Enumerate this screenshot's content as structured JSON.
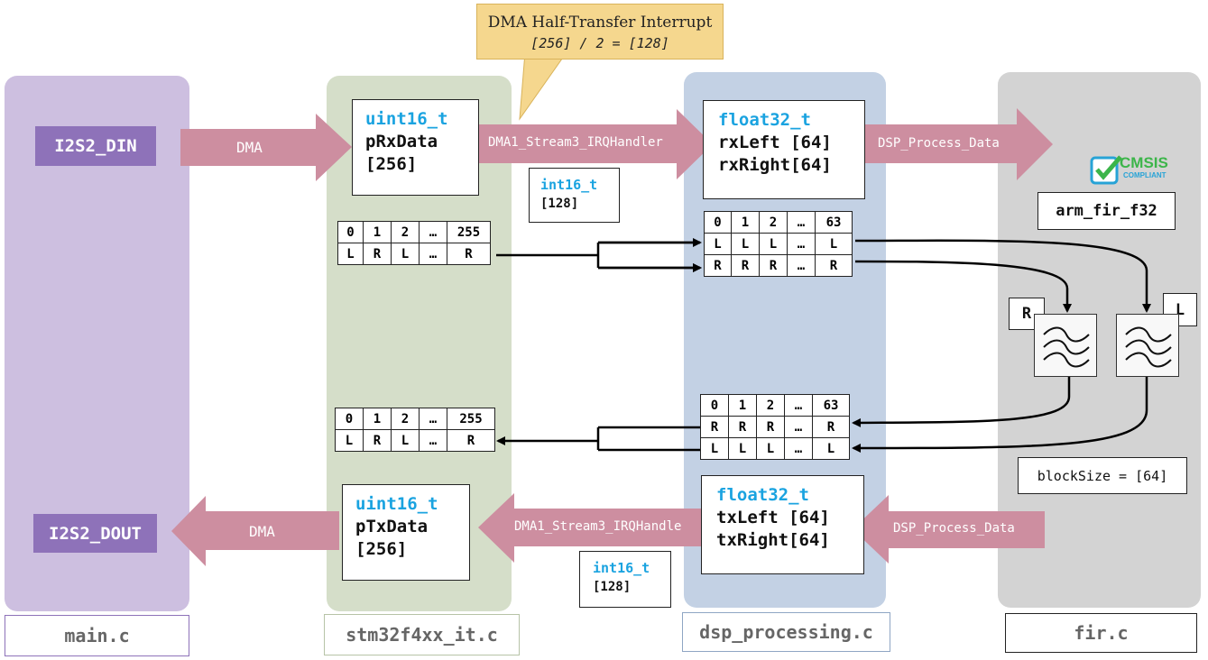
{
  "lanes": [
    {
      "file": "main.c",
      "color": "#cdbfe0",
      "border": "#8e72b9"
    },
    {
      "file": "stm32f4xx_it.c",
      "color": "#d5dec9",
      "border": "#b7c3a7"
    },
    {
      "file": "dsp_processing.c",
      "color": "#c3d1e4",
      "border": "#8fa6c4"
    },
    {
      "file": "fir.c",
      "color": "#d3d3d3",
      "border": "#222222"
    }
  ],
  "pins": {
    "din": "I2S2_DIN",
    "dout": "I2S2_DOUT"
  },
  "callout": {
    "title": "DMA Half-Transfer Interrupt",
    "formula": "[256] / 2 = [128]",
    "color": "#f5d78e"
  },
  "arrows": {
    "dma_in": "DMA",
    "irq_in": "DMA1_Stream3_IRQHandler",
    "dsp_in": "DSP_Process_Data",
    "dma_out": "DMA",
    "irq_out": "DMA1_Stream3_IRQHandle",
    "dsp_out": "DSP_Process_Data",
    "color": "#cd8ea0"
  },
  "buffers": {
    "rx": {
      "type": "uint16_t",
      "name": "pRxData",
      "size": "[256]"
    },
    "tx": {
      "type": "uint16_t",
      "name": "pTxData",
      "size": "[256]"
    },
    "dsp_rx": {
      "type": "float32_t",
      "line1": "rxLeft [64]",
      "line2": "rxRight[64]"
    },
    "dsp_tx": {
      "type": "float32_t",
      "line1": "txLeft [64]",
      "line2": "txRight[64]"
    },
    "int_rx": {
      "type": "int16_t",
      "size": "[128]"
    },
    "int_tx": {
      "type": "int16_t",
      "size": "[128]"
    }
  },
  "arrays": {
    "rx_raw": {
      "index": [
        "0",
        "1",
        "2",
        "…",
        "255"
      ],
      "values": [
        "L",
        "R",
        "L",
        "…",
        "R"
      ]
    },
    "tx_raw": {
      "index": [
        "0",
        "1",
        "2",
        "…",
        "255"
      ],
      "values": [
        "L",
        "R",
        "L",
        "…",
        "R"
      ]
    },
    "rx_split": {
      "index": [
        "0",
        "1",
        "2",
        "…",
        "63"
      ],
      "row1": [
        "L",
        "L",
        "L",
        "…",
        "L"
      ],
      "row2": [
        "R",
        "R",
        "R",
        "…",
        "R"
      ]
    },
    "tx_split": {
      "index": [
        "0",
        "1",
        "2",
        "…",
        "63"
      ],
      "row1": [
        "R",
        "R",
        "R",
        "…",
        "R"
      ],
      "row2": [
        "L",
        "L",
        "L",
        "…",
        "L"
      ]
    }
  },
  "fir": {
    "logo": "CMSIS",
    "logo_sub": "COMPLIANT",
    "function": "arm_fir_f32",
    "channel_r": "R",
    "channel_l": "L",
    "block_size": "blockSize = [64]"
  }
}
